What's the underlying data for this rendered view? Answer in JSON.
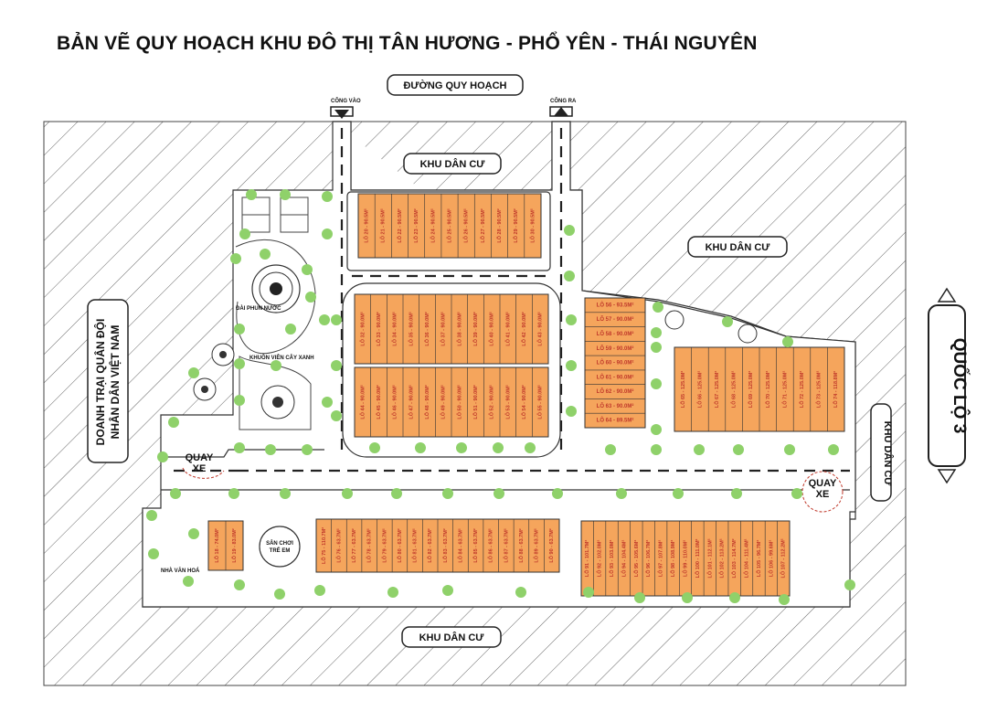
{
  "title": "BẢN VẼ QUY HOẠCH KHU ĐÔ THỊ TÂN HƯƠNG - PHỔ YÊN - THÁI NGUYÊN",
  "labels": {
    "road_top": "ĐƯỜNG QUY HOẠCH",
    "gate_in": "CÔNG VÀO",
    "gate_out": "CÔNG RA",
    "residential_top": "KHU DÂN CƯ",
    "residential_right_top": "KHU DÂN CƯ",
    "residential_right": "KHU DÂN CƯ",
    "residential_bottom": "KHU DÂN CƯ",
    "highway": "QUỐC LỘ 3",
    "military_line1": "DOANH TRẠI QUÂN ĐỘI",
    "military_line2": "NHÂN DÂN VIỆT NAM",
    "fountain": "ĐÀI PHUN NƯỚC",
    "park": "KHUÔN VIÊN CÂY XANH",
    "turn_left_1": "QUAY",
    "turn_left_2": "XE",
    "turn_right_1": "QUAY",
    "turn_right_2": "XE",
    "culture_house": "NHÀ VĂN HOÁ",
    "playground_1": "SÂN CHƠI",
    "playground_2": "TRẺ EM"
  },
  "colors": {
    "lot_fill": "#f5a55c",
    "lot_text": "#c0392b",
    "tree": "#8fd16a",
    "hatch": "#555555",
    "road": "#ffffff"
  },
  "lot_blocks": {
    "block_a": [
      "LÔ 20 - 90.5M²",
      "LÔ 21 - 90.5M²",
      "LÔ 22 - 90.5M²",
      "LÔ 23 - 90.5M²",
      "LÔ 24 - 90.5M²",
      "LÔ 25 - 90.5M²",
      "LÔ 26 - 90.5M²",
      "LÔ 27 - 90.5M²",
      "LÔ 28 - 90.5M²",
      "LÔ 29 - 90.5M²",
      "LÔ 30 - 90.5M²"
    ],
    "block_b_top": [
      "LÔ 32 - 90.0M²",
      "LÔ 33 - 90.0M²",
      "LÔ 34 - 90.0M²",
      "LÔ 35 - 90.0M²",
      "LÔ 36 - 90.0M²",
      "LÔ 37 - 90.0M²",
      "LÔ 38 - 90.0M²",
      "LÔ 39 - 90.0M²",
      "LÔ 40 - 90.0M²",
      "LÔ 41 - 90.0M²",
      "LÔ 42 - 90.0M²",
      "LÔ 43 - 90.0M²"
    ],
    "block_b_bottom": [
      "LÔ 44 - 90.0M²",
      "LÔ 45 - 90.0M²",
      "LÔ 46 - 90.0M²",
      "LÔ 47 - 90.0M²",
      "LÔ 48 - 90.0M²",
      "LÔ 49 - 90.0M²",
      "LÔ 50 - 90.0M²",
      "LÔ 51 - 90.0M²",
      "LÔ 52 - 90.0M²",
      "LÔ 53 - 90.0M²",
      "LÔ 54 - 90.0M²",
      "LÔ 55 - 90.0M²"
    ],
    "block_c": [
      "LÔ 56 - 93.5M²",
      "LÔ 57 - 90.0M²",
      "LÔ 58 - 90.0M²",
      "LÔ 59 - 90.0M²",
      "LÔ 60 - 90.0M²",
      "LÔ 61 - 90.0M²",
      "LÔ 62 - 90.0M²",
      "LÔ 63 - 90.0M²",
      "LÔ 64 - 89.5M²"
    ],
    "block_d": [
      "LÔ 65 - 125.0M²",
      "LÔ 66 - 125.0M²",
      "LÔ 67 - 125.0M²",
      "LÔ 68 - 125.0M²",
      "LÔ 69 - 125.0M²",
      "LÔ 70 - 125.0M²",
      "LÔ 71 - 125.0M²",
      "LÔ 72 - 125.0M²",
      "LÔ 73 - 125.0M²",
      "LÔ 74 - 118.8M²"
    ],
    "block_e": [
      "LÔ 18 - 74.0M²",
      "LÔ 19 - 83.0M²"
    ],
    "block_f": [
      "LÔ 75 - 110.7M²",
      "LÔ 76 - 63.7M²",
      "LÔ 77 - 63.7M²",
      "LÔ 78 - 63.7M²",
      "LÔ 79 - 63.7M²",
      "LÔ 80 - 63.7M²",
      "LÔ 81 - 63.7M²",
      "LÔ 82 - 63.7M²",
      "LÔ 83 - 63.7M²",
      "LÔ 84 - 63.7M²",
      "LÔ 85 - 63.7M²",
      "LÔ 86 - 63.7M²",
      "LÔ 87 - 63.7M²",
      "LÔ 88 - 63.7M²",
      "LÔ 89 - 63.7M²",
      "LÔ 90 - 63.7M²"
    ],
    "block_g": [
      "LÔ 91 - 101.7M²",
      "LÔ 92 - 102.0M²",
      "LÔ 93 - 103.0M²",
      "LÔ 94 - 104.4M²",
      "LÔ 95 - 105.6M²",
      "LÔ 96 - 106.7M²",
      "LÔ 97 - 107.8M²",
      "LÔ 98 - 108.9M²",
      "LÔ 99 - 110.0M²",
      "LÔ 100 - 111.0M²",
      "LÔ 101 - 112.1M²",
      "LÔ 102 - 113.2M²",
      "LÔ 103 - 114.7M²",
      "LÔ 104 - 111.4M²",
      "LÔ 105 - 96.7M²",
      "LÔ 106 - 99.6M²",
      "LÔ 107 - 112.2M²"
    ]
  }
}
